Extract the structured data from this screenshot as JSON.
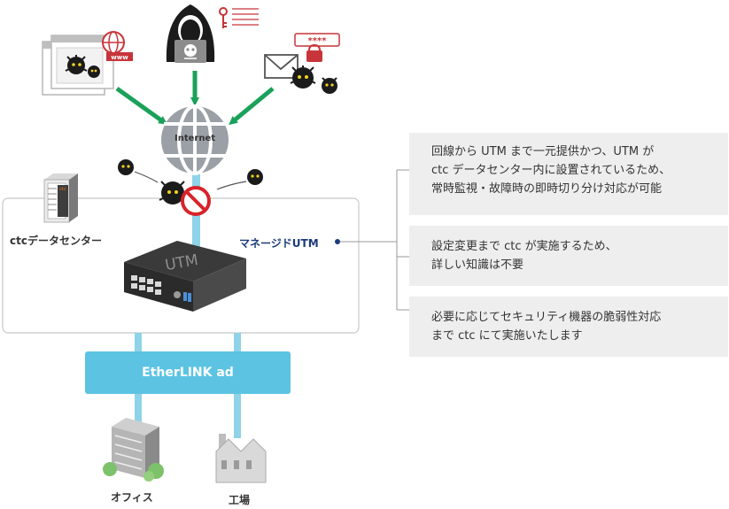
{
  "center_label": "ctcデータセンター",
  "utm_label": "マネージドUTM",
  "utm_device_text": "UTM",
  "internet_label": "Internet",
  "rack_logo": "ctc",
  "browser_badge": "www",
  "password_mask": "****",
  "ether_label": "EtherLINK ad",
  "office_label": "オフィス",
  "factory_label": "工場",
  "info_boxes": [
    {
      "lines": [
        "回線から UTM まで一元提供かつ、UTM が",
        "ctc データセンター内に設置されているため、",
        "常時監視・故障時の即時切り分け対応が可能"
      ]
    },
    {
      "lines": [
        "設定変更まで ctc が実施するため、",
        "詳しい知識は不要"
      ]
    },
    {
      "lines": [
        "必要に応じてセキュリティ機器の脆弱性対応",
        "まで ctc にて実施いたします"
      ]
    }
  ],
  "colors": {
    "arrow_green": "#1aa15a",
    "link_blue": "#8fd3e8",
    "ether_blue": "#5cc3e3",
    "accent_navy": "#1c3b7a",
    "box_gray": "#eeeeee",
    "block_red": "#d8232a"
  }
}
